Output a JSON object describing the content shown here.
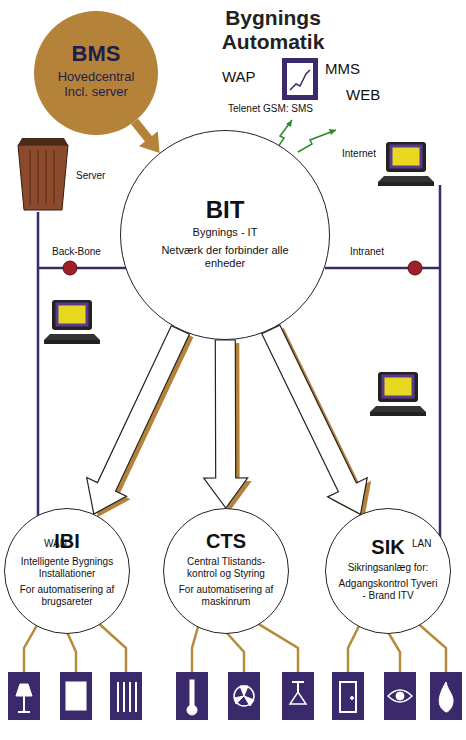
{
  "diagram": {
    "title": "Bygnings Automatik",
    "nodes": [
      {
        "text": [
          "BMS",
          "Hovedcentral Incl. server"
        ]
      },
      {
        "text": [
          "BIT",
          "Bygnings - IT",
          "Netværk der forbinder alle enheder"
        ]
      },
      {
        "text": [
          "IBI",
          "Intelligente Bygnings Installationer",
          "For automatisering af brugsareter"
        ]
      },
      {
        "text": [
          "CTS",
          "Central Tlistands- kontrol og Styring",
          "For automatisering af maskinrum"
        ]
      },
      {
        "text": [
          "SIK",
          "Sikringsanlæg for:",
          "Adgangskontrol Tyveri - Brand ITV"
        ]
      }
    ],
    "edges": [
      {
        "from": 0,
        "to": 1,
        "arrow": "to"
      },
      {
        "from": 1,
        "to": 2,
        "arrow": "to"
      },
      {
        "from": 1,
        "to": 3,
        "arrow": "to"
      },
      {
        "from": 1,
        "to": 4,
        "arrow": "to"
      }
    ],
    "labels": [
      "WAP",
      "MMS",
      "WEB",
      "Telenet GSM: SMS",
      "Internet",
      "Server",
      "Back-Bone",
      "Intranet",
      "WAN",
      "LAN"
    ]
  }
}
